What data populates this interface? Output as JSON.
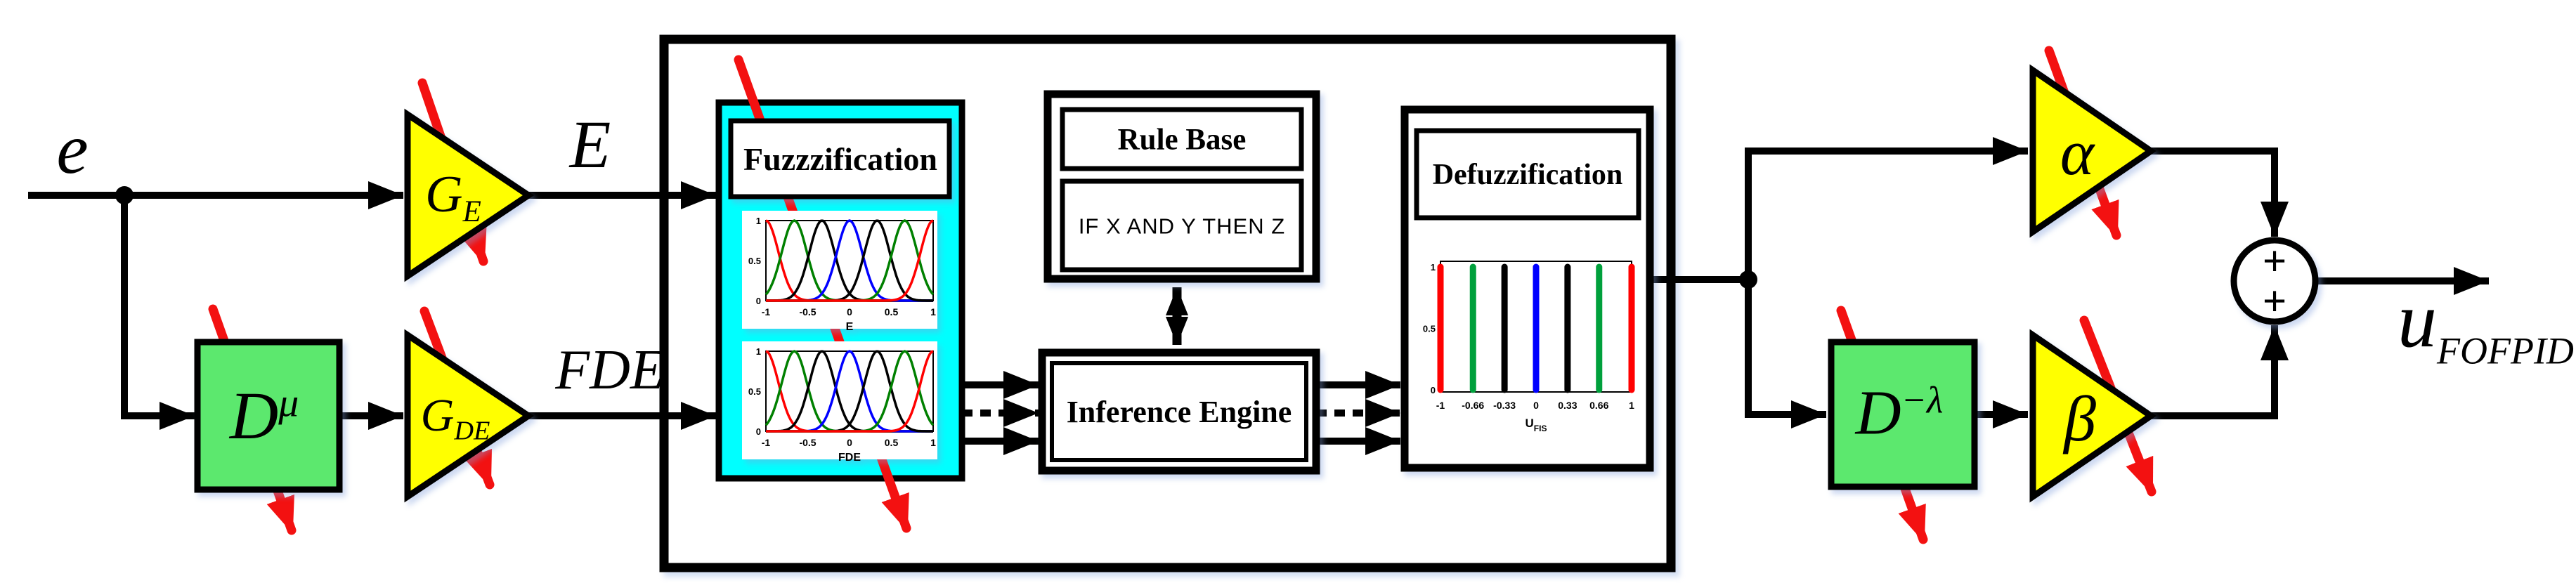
{
  "title": "FOFPID controller block diagram",
  "diagram": {
    "labels": {
      "input": "e",
      "error_scaled": "E",
      "fde": "FDE",
      "output_base": "u",
      "output_sub": "FOFPID",
      "plus_top": "+",
      "plus_bottom": "+"
    },
    "gains": {
      "ge": {
        "base": "G",
        "sub": "E"
      },
      "gde": {
        "base": "G",
        "sub": "DE"
      },
      "alpha": "α",
      "beta": "β"
    },
    "operators": {
      "dmu": {
        "base": "D",
        "sup": "μ"
      },
      "dlambda": {
        "base": "D",
        "sup": "−λ"
      }
    },
    "blocks": {
      "fuzzification": "Fuzzzification",
      "rule_base": "Rule Base",
      "rule_text": "IF X AND Y THEN Z",
      "inference_engine": "Inference Engine",
      "defuzzification": "Defuzzification"
    },
    "colors": {
      "gain_fill": "#FFFF00",
      "operator_fill": "#5CE86E",
      "fuzz_fill": "#00FFFF",
      "tune_arrow": "#F31111",
      "line": "#000000"
    }
  },
  "chart_data": [
    {
      "id": "mf_e",
      "type": "line",
      "title": "Gaussian membership functions of E",
      "xlabel": "E",
      "ylabel": "",
      "xlim": [
        -1,
        1
      ],
      "ylim": [
        0,
        1
      ],
      "x_tick_values": [
        -1,
        -0.5,
        0,
        0.5,
        1
      ],
      "x_tick_labels": [
        "-1",
        "-0.5",
        "0",
        "0.5",
        "1"
      ],
      "y_tick_values": [
        0,
        0.5,
        1
      ],
      "y_tick_labels": [
        "0",
        "0.5",
        "1"
      ],
      "sigma": 0.15,
      "series": [
        {
          "center": -1,
          "color": "#FF0000"
        },
        {
          "center": -0.66,
          "color": "#008000"
        },
        {
          "center": -0.33,
          "color": "#000000"
        },
        {
          "center": 0,
          "color": "#0000FF"
        },
        {
          "center": 0.33,
          "color": "#000000"
        },
        {
          "center": 0.66,
          "color": "#008000"
        },
        {
          "center": 1,
          "color": "#FF0000"
        }
      ]
    },
    {
      "id": "mf_fde",
      "type": "line",
      "title": "Gaussian membership functions of FDE",
      "xlabel": "FDE",
      "ylabel": "",
      "xlim": [
        -1,
        1
      ],
      "ylim": [
        0,
        1
      ],
      "x_tick_values": [
        -1,
        -0.5,
        0,
        0.5,
        1
      ],
      "x_tick_labels": [
        "-1",
        "-0.5",
        "0",
        "0.5",
        "1"
      ],
      "y_tick_values": [
        0,
        0.5,
        1
      ],
      "y_tick_labels": [
        "0",
        "0.5",
        "1"
      ],
      "sigma": 0.15,
      "series": [
        {
          "center": -1,
          "color": "#FF0000"
        },
        {
          "center": -0.66,
          "color": "#008000"
        },
        {
          "center": -0.33,
          "color": "#000000"
        },
        {
          "center": 0,
          "color": "#0000FF"
        },
        {
          "center": 0.33,
          "color": "#000000"
        },
        {
          "center": 0.66,
          "color": "#008000"
        },
        {
          "center": 1,
          "color": "#FF0000"
        }
      ]
    },
    {
      "id": "u_fis",
      "type": "bar",
      "title": "Singleton output membership functions",
      "xlabel_base": "U",
      "xlabel_sub": "FIS",
      "xlim": [
        -1,
        1
      ],
      "ylim": [
        0,
        1
      ],
      "x_tick_values": [
        -1,
        -0.66,
        -0.33,
        0,
        0.33,
        0.66,
        1
      ],
      "x_tick_labels": [
        "-1",
        "-0.66",
        "-0.33",
        "0",
        "0.33",
        "0.66",
        "1"
      ],
      "y_tick_values": [
        0,
        0.5,
        1
      ],
      "y_tick_labels": [
        "0",
        "0.5",
        "1"
      ],
      "bars": [
        {
          "x": -1,
          "height": 1,
          "color": "#FF0000"
        },
        {
          "x": -0.66,
          "height": 1,
          "color": "#00A03C"
        },
        {
          "x": -0.33,
          "height": 1,
          "color": "#000000"
        },
        {
          "x": 0,
          "height": 1,
          "color": "#0000FF"
        },
        {
          "x": 0.33,
          "height": 1,
          "color": "#000000"
        },
        {
          "x": 0.66,
          "height": 1,
          "color": "#00A03C"
        },
        {
          "x": 1,
          "height": 1,
          "color": "#FF0000"
        }
      ]
    }
  ]
}
